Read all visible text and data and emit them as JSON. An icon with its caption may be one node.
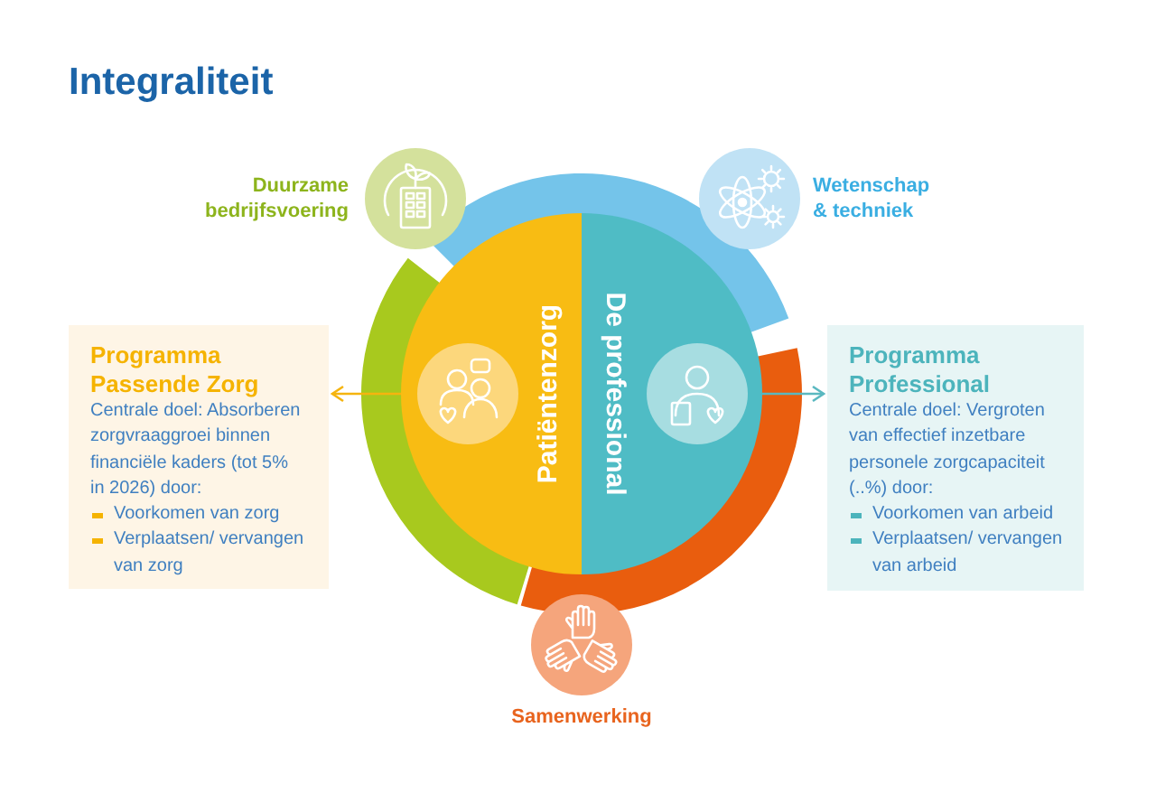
{
  "diagram": {
    "title": "Integraliteit",
    "nodes": [
      {
        "text": [
          "Duurzame bedrijfsvoering"
        ]
      },
      {
        "text": [
          "Wetenschap & techniek"
        ]
      },
      {
        "text": [
          "Programma Passende Zorg",
          "Centrale doel: Absorberen zorgvraaggroei binnen financiële kaders (tot 5% in 2026) door:",
          "Voorkomen van zorg",
          "Verplaatsen/ vervangen van zorg"
        ]
      },
      {
        "text": [
          "Patiëntenzorg"
        ]
      },
      {
        "text": [
          "De professional"
        ]
      },
      {
        "text": [
          "Programma Professional",
          "Centrale doel: Vergroten van effectief inzetbare personele zorgcapaciteit (..%) door:",
          "Voorkomen van arbeid",
          "Verplaatsen/ vervangen van arbeid"
        ]
      },
      {
        "text": [
          "Samenwerking"
        ]
      }
    ],
    "edges": [
      {
        "from": 3,
        "to": 2,
        "arrow": "to",
        "color": "#f5b40f"
      },
      {
        "from": 4,
        "to": 5,
        "arrow": "to",
        "color": "#5ab8c0"
      }
    ]
  }
}
